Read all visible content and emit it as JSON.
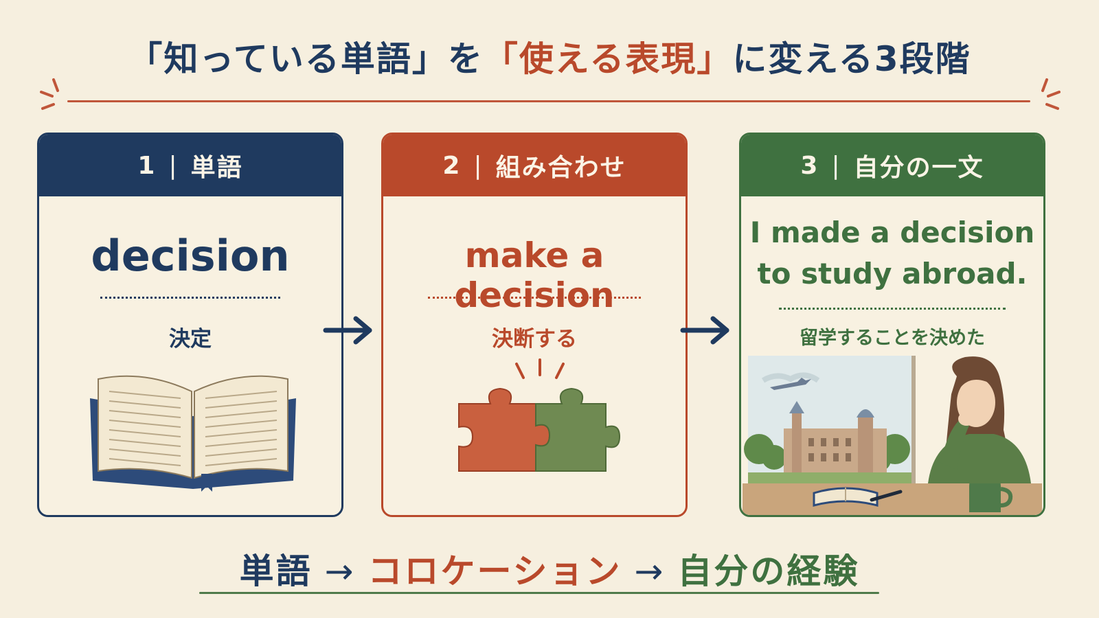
{
  "title": {
    "part1": "「知っている単語」を",
    "part2": "「使える表現」",
    "part3": "に変える3段階"
  },
  "steps": [
    {
      "num": "1",
      "sep": "|",
      "label": "単語",
      "main": "decision",
      "meaning": "決定",
      "icon": "open-book-icon"
    },
    {
      "num": "2",
      "sep": "|",
      "label": "組み合わせ",
      "main": "make a decision",
      "meaning": "決断する",
      "icon": "puzzle-pieces-icon"
    },
    {
      "num": "3",
      "sep": "|",
      "label": "自分の一文",
      "main_line1": "I made a decision",
      "main_line2": "to study abroad.",
      "meaning": "留学することを決めた",
      "icon": "student-by-window-illustration"
    }
  ],
  "flow": {
    "item1": "単語",
    "arrow": "→",
    "item2": "コロケーション",
    "item3": "自分の経験"
  },
  "colors": {
    "navy": "#1f3a5f",
    "terracotta": "#b9492b",
    "green": "#3f7140",
    "background": "#f6efdf"
  }
}
